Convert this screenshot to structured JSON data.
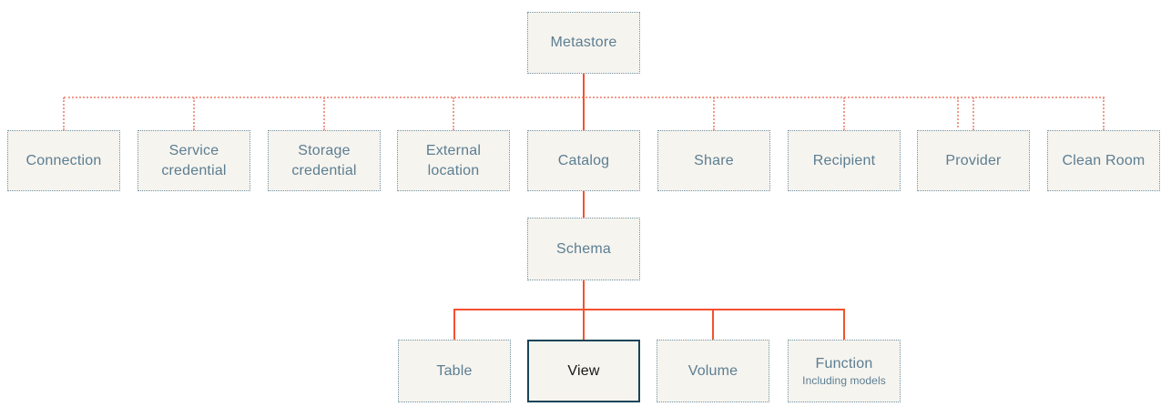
{
  "diagram": {
    "root": {
      "label": "Metastore"
    },
    "level_2": [
      {
        "label": "Connection"
      },
      {
        "label": "Service credential"
      },
      {
        "label": "Storage credential"
      },
      {
        "label": "External location"
      },
      {
        "label": "Catalog"
      },
      {
        "label": "Share"
      },
      {
        "label": "Recipient"
      },
      {
        "label": "Provider"
      },
      {
        "label": "Clean Room"
      }
    ],
    "level_3": [
      {
        "label": "Schema"
      }
    ],
    "level_4": [
      {
        "label": "Table"
      },
      {
        "label": "View",
        "highlighted": true
      },
      {
        "label": "Volume"
      },
      {
        "label": "Function",
        "sublabel": "Including models"
      }
    ],
    "colors": {
      "background": "#ffffff",
      "box_fill": "#f6f4ef",
      "box_border": "#7292a3",
      "box_text": "#5b7e92",
      "solid_connector": "#f4512f",
      "dotted_connector": "#f19a8c",
      "highlight_border": "#1b4458",
      "highlight_text": "#161616"
    }
  }
}
